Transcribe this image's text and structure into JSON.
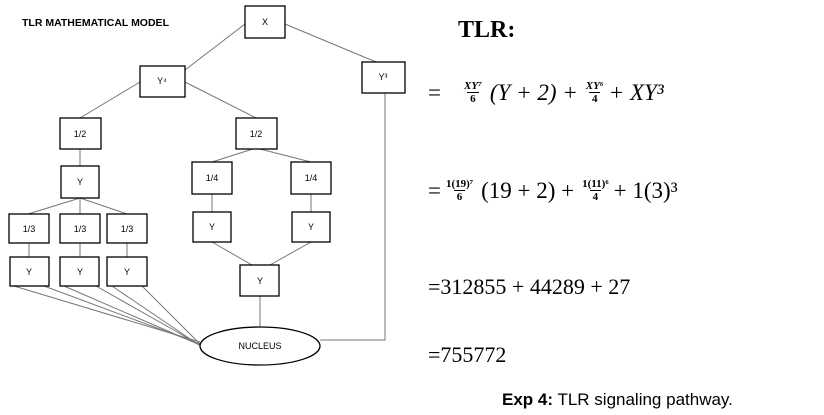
{
  "diagram": {
    "title": "TLR MATHEMATICAL MODEL",
    "nodes": {
      "x": "X",
      "y4": "Y⁴",
      "y3": "Y³",
      "half_left": "1/2",
      "half_right": "1/2",
      "y_mid_left": "Y",
      "quarter_left": "1/4",
      "quarter_right": "1/4",
      "third_1": "1/3",
      "third_2": "1/3",
      "third_3": "1/3",
      "y_q_left": "Y",
      "y_q_right": "Y",
      "y_t1": "Y",
      "y_t2": "Y",
      "y_t3": "Y",
      "y_join": "Y",
      "nucleus": "NUCLEUS"
    }
  },
  "equations": {
    "title": "TLR:",
    "line1": {
      "eq": "=",
      "f1_num": "XY⁷",
      "f1_den": "6",
      "mid": "(Y + 2) +",
      "f2_num": "XY⁶",
      "f2_den": "4",
      "tail": "+ XY³"
    },
    "line2": {
      "eq": "=",
      "f1_num": "1(19)⁷",
      "f1_den": "6",
      "mid": "(19 + 2) +",
      "f2_num": "1(11)⁶",
      "f2_den": "4",
      "tail": "+ 1(3)³"
    },
    "line3": "=312855 + 44289 + 27",
    "line4": "=755772"
  },
  "caption": {
    "label": "Exp 4:",
    "text": " TLR signaling pathway."
  }
}
